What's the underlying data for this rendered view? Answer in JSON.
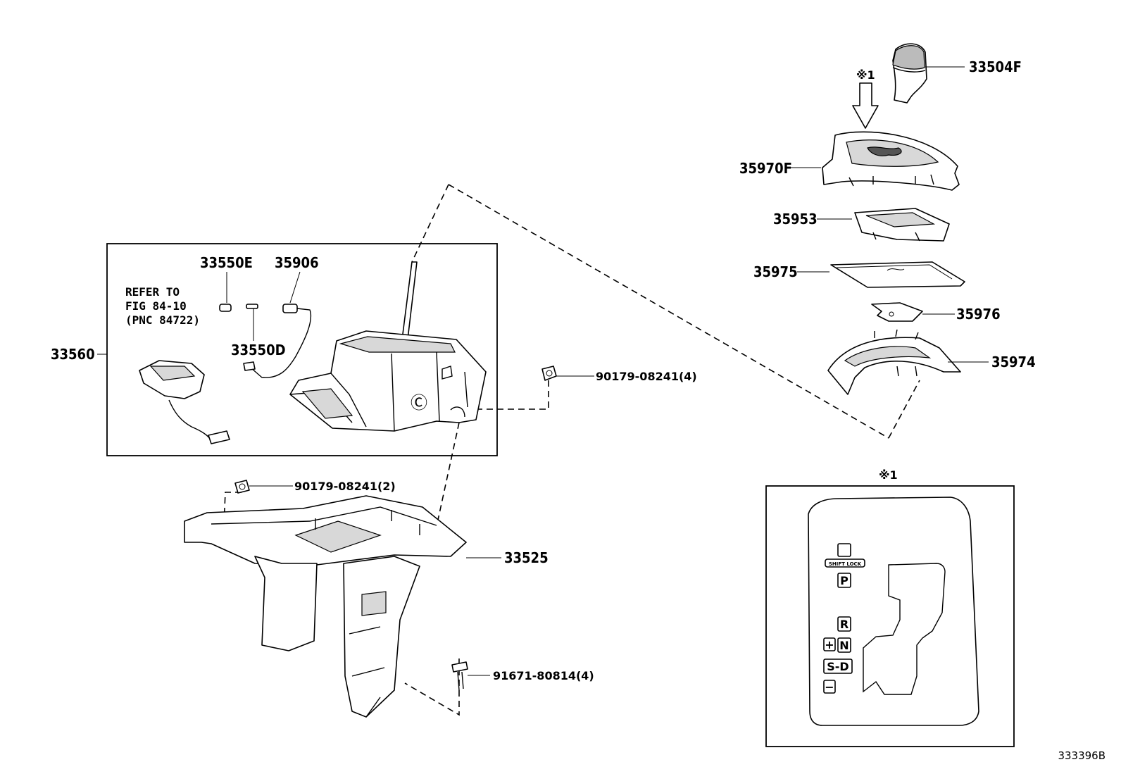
{
  "diagram_id": "333396B",
  "parts": {
    "p33504F": "33504F",
    "p35970F": "35970F",
    "p35953": "35953",
    "p35975": "35975",
    "p35976": "35976",
    "p35974": "35974",
    "p33560": "33560",
    "p33550E": "33550E",
    "p35906": "35906",
    "p33550D": "33550D",
    "p90179_4": "90179-08241(4)",
    "p90179_2": "90179-08241(2)",
    "p33525": "33525",
    "p91671": "91671-80814(4)"
  },
  "note": {
    "line1": "REFER TO",
    "line2": "FIG 84-10",
    "line3": "(PNC 84722)"
  },
  "reference_mark": "※1",
  "indicator": {
    "title": "※1",
    "shift_lock": "SHIFT LOCK",
    "gear_p": "P",
    "gear_r": "R",
    "gear_plus": "+",
    "gear_n": "N",
    "gear_sd": "S-D",
    "gear_minus": "−"
  }
}
